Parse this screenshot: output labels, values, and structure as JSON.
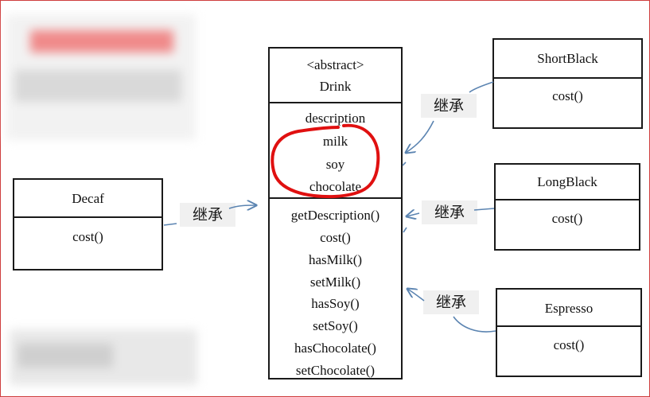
{
  "drink": {
    "stereotype": "<abstract>",
    "name": "Drink",
    "attributes": [
      "description",
      "milk",
      "soy",
      "chocolate"
    ],
    "methods": [
      "getDescription()",
      "cost()",
      "hasMilk()",
      "setMilk()",
      "hasSoy()",
      "setSoy()",
      "hasChocolate()",
      "setChocolate()"
    ]
  },
  "decaf": {
    "name": "Decaf",
    "method": "cost()"
  },
  "short_black": {
    "name": "ShortBlack",
    "method": "cost()"
  },
  "long_black": {
    "name": "LongBlack",
    "method": "cost()"
  },
  "espresso": {
    "name": "Espresso",
    "method": "cost()"
  },
  "inherit_label": "继承",
  "colors": {
    "arrow": "#5b84b1",
    "highlight": "#e01010",
    "border": "#1a1a1a",
    "frame": "#cf3d3d"
  }
}
